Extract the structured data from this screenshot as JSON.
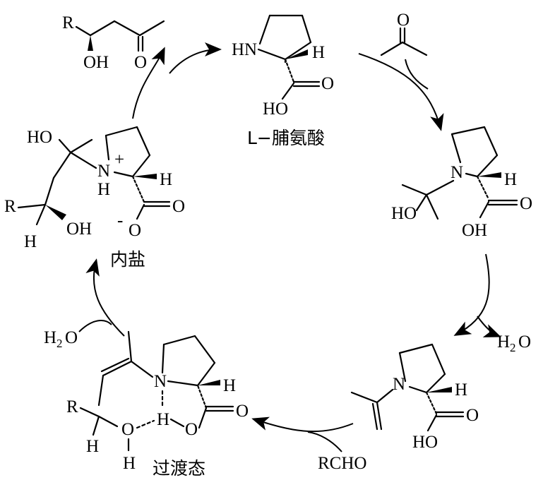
{
  "labels": {
    "proline_name": "L−脯氨酸",
    "zwitterion_name": "内盐",
    "transition_state_name": "过渡态",
    "water_top": "H",
    "water_bottom": "H",
    "water_sub": "2",
    "water_o": "O",
    "aldehyde": "RCHO"
  },
  "atoms": {
    "R": "R",
    "OH": "OH",
    "HO": "HO",
    "O": "O",
    "H": "H",
    "N": "N",
    "HN": "HN",
    "plus": "+",
    "minus": "-"
  }
}
